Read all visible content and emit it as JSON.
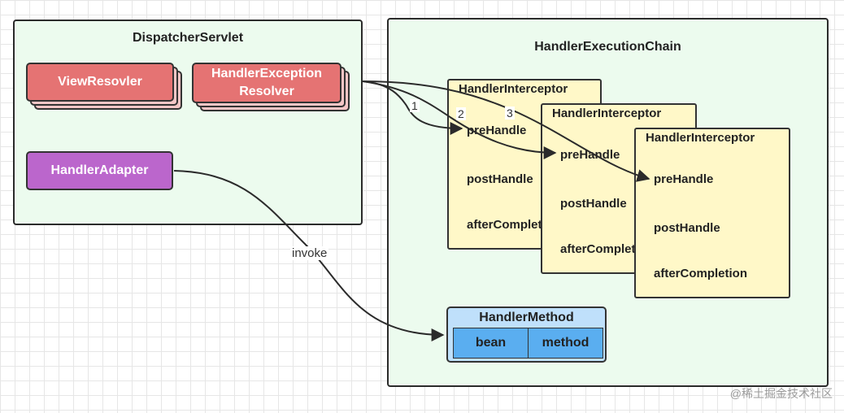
{
  "dispatcher": {
    "title": "DispatcherServlet",
    "view_resolver": "ViewResovler",
    "exception_resolver_line1": "HandlerException",
    "exception_resolver_line2": "Resolver",
    "handler_adapter": "HandlerAdapter"
  },
  "chain": {
    "title": "HandlerExecutionChain",
    "interceptors": [
      {
        "title": "HandlerInterceptor",
        "pre": "preHandle",
        "post": "postHandle",
        "after": "afterCompletion"
      },
      {
        "title": "HandlerInterceptor",
        "pre": "preHandle",
        "post": "postHandle",
        "after": "afterCompletion"
      },
      {
        "title": "HandlerInterceptor",
        "pre": "preHandle",
        "post": "postHandle",
        "after": "afterCompletion"
      }
    ],
    "handler_method": {
      "title": "HandlerMethod",
      "bean": "bean",
      "method": "method"
    }
  },
  "edges": {
    "step1": "1",
    "step2": "2",
    "step3": "3",
    "invoke": "invoke"
  },
  "watermark": "@稀土掘金技术社区"
}
